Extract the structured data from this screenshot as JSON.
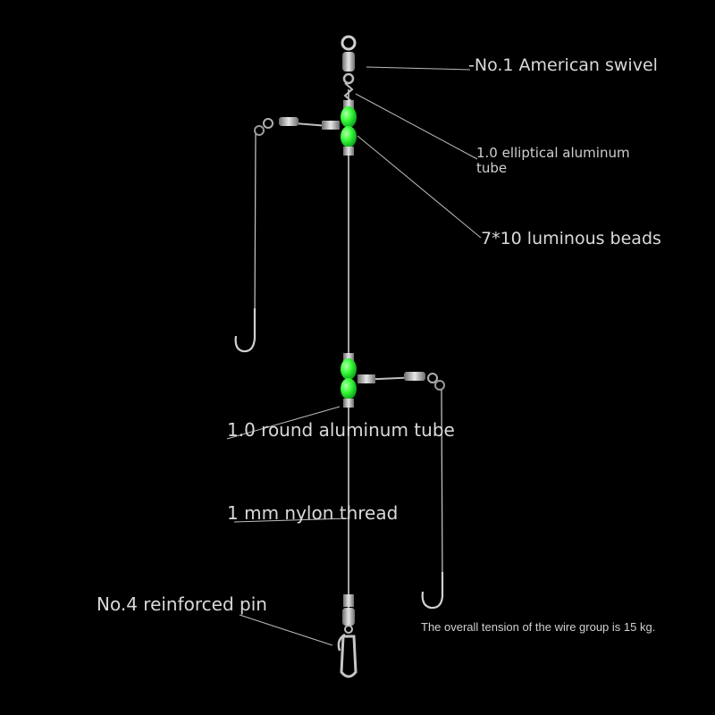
{
  "labels": {
    "swivel": "-No.1 American swivel",
    "tube_line1": "1.0 elliptical aluminum",
    "tube_line2": "tube",
    "beads": "7*10 luminous beads",
    "round_tube": "1.0 round aluminum tube",
    "nylon": "1 mm nylon thread",
    "pin": "No.4 reinforced pin",
    "tension": "The overall tension of the wire group is 15 kg."
  },
  "colors": {
    "background": "#000000",
    "bead": "#33ff33",
    "wire": "#c8c8c8",
    "metal": "#b0b0b0",
    "text": "#d9d9d9"
  }
}
